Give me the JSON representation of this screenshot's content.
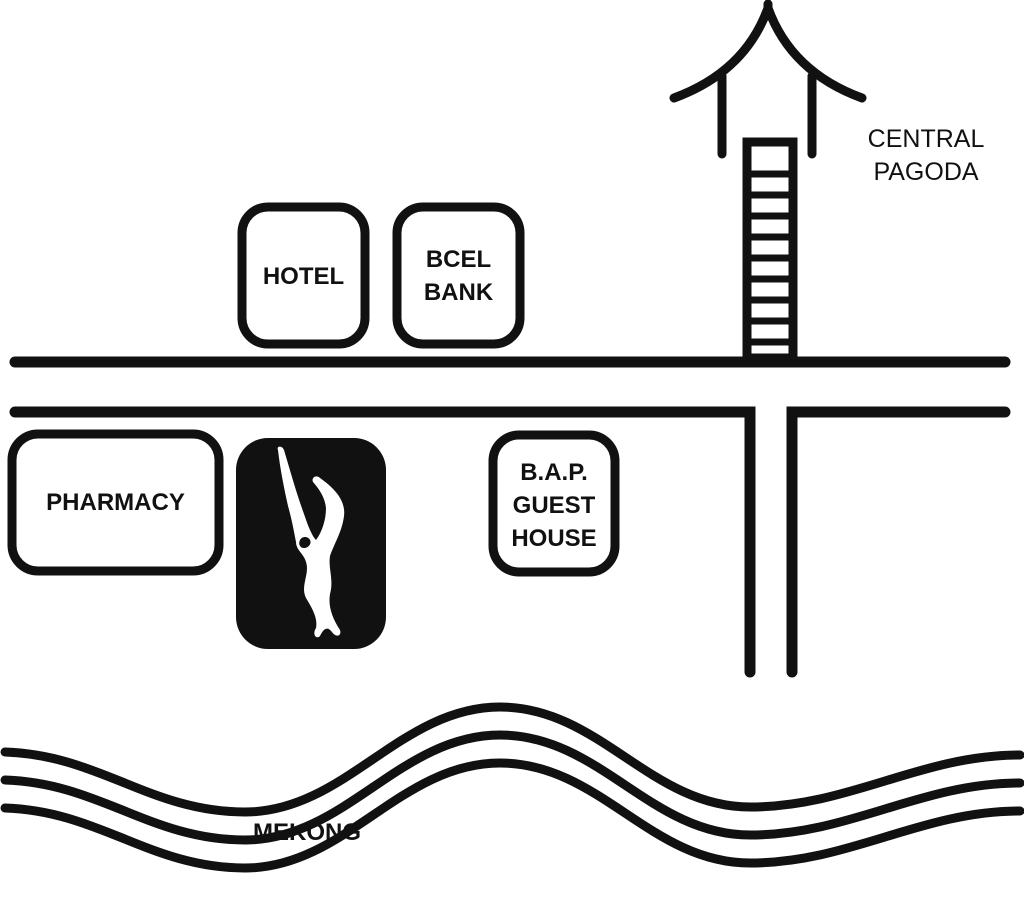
{
  "colors": {
    "ink": "#111111",
    "background": "#ffffff"
  },
  "places": {
    "hotel": {
      "label": "HOTEL"
    },
    "bank": {
      "line1": "BCEL",
      "line2": "BANK"
    },
    "pagoda": {
      "line1": "CENTRAL",
      "line2": "PAGODA",
      "icon": "pagoda-icon"
    },
    "pharmacy": {
      "label": "PHARMACY"
    },
    "guesthouse": {
      "line1": "B.A.P.",
      "line2": "GUEST",
      "line3": "HOUSE"
    },
    "logo": {
      "icon": "dancer-logo-icon"
    }
  },
  "river": {
    "label": "MEKONG"
  }
}
